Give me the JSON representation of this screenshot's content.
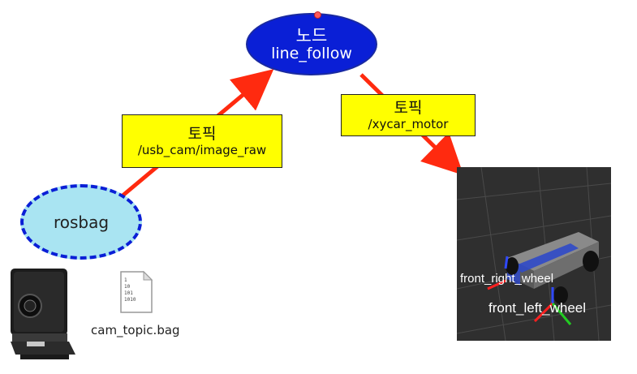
{
  "node": {
    "caption": "노드",
    "name": "line_follow"
  },
  "topics": [
    {
      "caption": "토픽",
      "name": "/usb_cam/image_raw"
    },
    {
      "caption": "토픽",
      "name": "/xycar_motor"
    }
  ],
  "source": {
    "label": "rosbag"
  },
  "bag_file": {
    "label": "cam_topic.bag",
    "icon_lines": [
      "1",
      "10",
      "101",
      "1010"
    ]
  },
  "rviz": {
    "labels": [
      "front_right_wheel",
      "front_left_wheel"
    ]
  },
  "colors": {
    "node_fill": "#0a1fd6",
    "topic_fill": "#ffff00",
    "rosbag_fill": "#a9e4f2",
    "arrow": "#ff2a0f",
    "rviz_bg": "#2f2f2f"
  }
}
